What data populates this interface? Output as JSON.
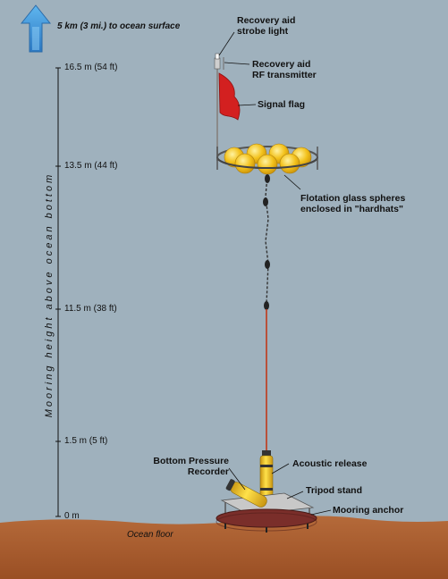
{
  "surface_note": "5 km (3 mi.) to ocean surface",
  "axis_title": "Mooring height above ocean bottom",
  "ticks": [
    {
      "label": "16.5 m (54 ft)"
    },
    {
      "label": "13.5 m (44 ft)"
    },
    {
      "label": "11.5 m (38 ft)"
    },
    {
      "label": "1.5 m (5 ft)"
    },
    {
      "label": "0 m"
    }
  ],
  "labels": {
    "strobe": "Recovery aid\nstrobe light",
    "rf": "Recovery aid\nRF transmitter",
    "flag": "Signal flag",
    "flotation": "Flotation glass spheres\nenclosed in \"hardhats\"",
    "bpr": "Bottom Pressure\nRecorder",
    "release": "Acoustic release",
    "tripod": "Tripod stand",
    "anchor": "Mooring anchor",
    "floor": "Ocean floor"
  },
  "colors": {
    "water": "#9fb1bd",
    "seafloor": "#a85b2e",
    "anchor": "#7a2e2a",
    "sphere": "#f3c21c",
    "flag": "#d32020",
    "rope": "#c0391a",
    "arrow": "#4aa3e0"
  }
}
